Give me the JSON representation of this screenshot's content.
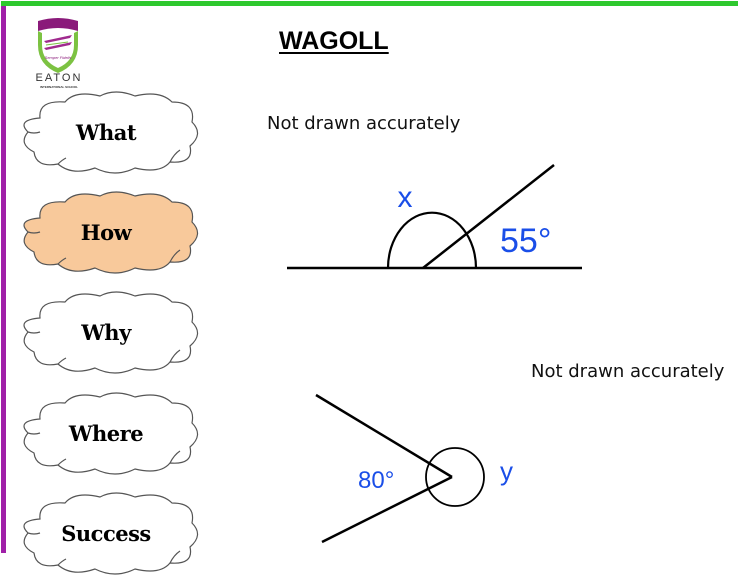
{
  "page": {
    "title": "WAGOLL",
    "colors": {
      "top_bar": "#2ec82e",
      "left_bar": "#a020a8",
      "highlight_cloud": "#f8c99b",
      "label_blue": "#1a4ee8"
    }
  },
  "logo": {
    "name": "EATON",
    "subtitle": "INTERNATIONAL SCHOOL",
    "motto": "Semper Fidelis"
  },
  "clouds": [
    {
      "label": "What",
      "highlighted": false
    },
    {
      "label": "How",
      "highlighted": true
    },
    {
      "label": "Why",
      "highlighted": false
    },
    {
      "label": "Where",
      "highlighted": false
    },
    {
      "label": "Success",
      "highlighted": false
    }
  ],
  "diagram1": {
    "note": "Not drawn accurately",
    "unknown_label": "x",
    "known_angle": "55°"
  },
  "diagram2": {
    "note": "Not drawn accurately",
    "unknown_label": "y",
    "known_angle": "80°"
  }
}
